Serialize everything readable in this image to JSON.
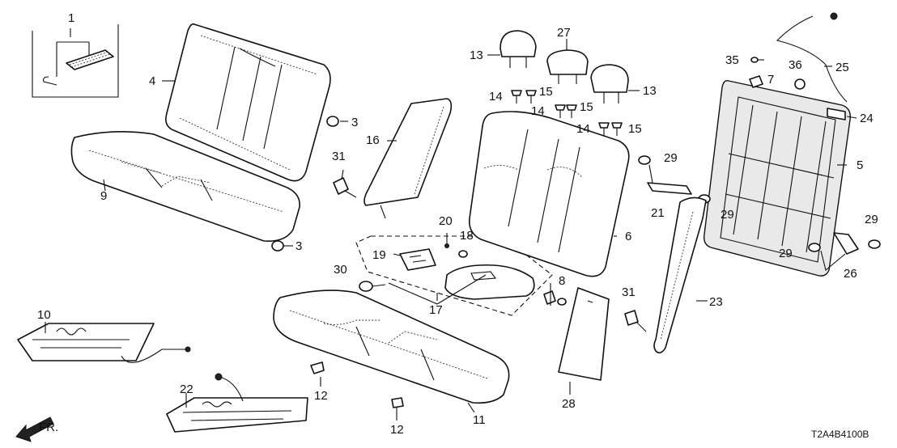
{
  "diagram_code": "T2A4B4100B",
  "direction_label": "FR.",
  "callouts": [
    "1",
    "3",
    "3",
    "4",
    "5",
    "6",
    "7",
    "8",
    "9",
    "10",
    "11",
    "12",
    "12",
    "13",
    "13",
    "14",
    "14",
    "14",
    "15",
    "15",
    "15",
    "16",
    "17",
    "18",
    "19",
    "20",
    "21",
    "22",
    "23",
    "24",
    "25",
    "26",
    "27",
    "28",
    "29",
    "29",
    "29",
    "29",
    "30",
    "31",
    "31",
    "35",
    "36"
  ]
}
